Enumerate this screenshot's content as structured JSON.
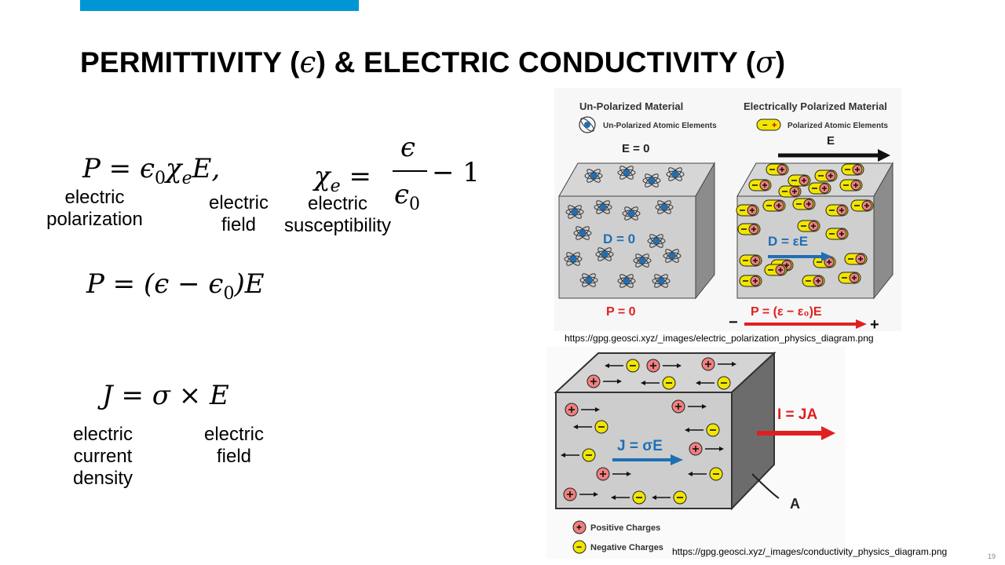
{
  "slide": {
    "title_part1": "PERMITTIVITY (",
    "title_sym1": "ϵ",
    "title_part2": ") & ELECTRIC CONDUCTIVITY (",
    "title_sym2": "σ",
    "title_part3": ")",
    "page_number": "19",
    "accent_color": "#0096d6"
  },
  "eq1": {
    "labels": {
      "polarization": "electric\npolarization",
      "field": "electric\nfield",
      "susceptibility": "electric\nsusceptibility"
    }
  },
  "eq3": {
    "labels": {
      "current_density": "electric\ncurrent\ndensity",
      "field": "electric\nfield"
    }
  },
  "figure1": {
    "caption": "https://gpg.geosci.xyz/_images/electric_polarization_physics_diagram.png",
    "left_heading": "Un-Polarized Material",
    "right_heading": "Electrically Polarized Material",
    "left_legend": "Un-Polarized Atomic Elements",
    "right_legend": "Polarized Atomic Elements",
    "left_E": "E = 0",
    "right_E": "E",
    "left_D": "D = 0",
    "right_D": "D = εE",
    "left_P": "P = 0",
    "right_P": "P = (ε − ε₀)E",
    "minus": "−",
    "plus": "+"
  },
  "figure2": {
    "caption": "https://gpg.geosci.xyz/_images/conductivity_physics_diagram.png",
    "J_label": "J = σE",
    "I_label": "I = JA",
    "area_label": "A",
    "legend_positive": "Positive Charges",
    "legend_negative": "Negative Charges"
  }
}
